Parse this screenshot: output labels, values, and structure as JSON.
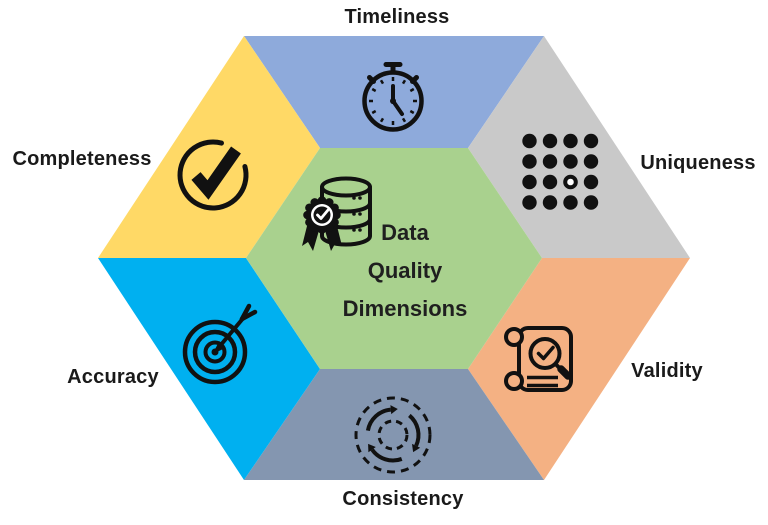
{
  "page": {
    "background": "#ffffff"
  },
  "diagram": {
    "title_lines": [
      "Data",
      "Quality",
      "Dimensions"
    ],
    "center": {
      "fill": "#A9D18E",
      "icon": "database-quality-badge-icon",
      "text_color": "#1f1f1f"
    },
    "icon_color": "#111111",
    "label_color": "#1a1a1a",
    "segments": [
      {
        "label": "Timeliness",
        "fill": "#8EAADB",
        "icon": "stopwatch-icon",
        "position": "top"
      },
      {
        "label": "Uniqueness",
        "fill": "#C9C9C9",
        "icon": "dots-grid-icon",
        "position": "upper-right"
      },
      {
        "label": "Validity",
        "fill": "#F4B183",
        "icon": "scroll-magnifier-check-icon",
        "position": "lower-right"
      },
      {
        "label": "Consistency",
        "fill": "#8496B0",
        "icon": "circular-arrows-icon",
        "position": "bottom"
      },
      {
        "label": "Accuracy",
        "fill": "#00B0F0",
        "icon": "target-arrow-icon",
        "position": "lower-left"
      },
      {
        "label": "Completeness",
        "fill": "#FFD966",
        "icon": "check-circle-icon",
        "position": "upper-left"
      }
    ]
  }
}
